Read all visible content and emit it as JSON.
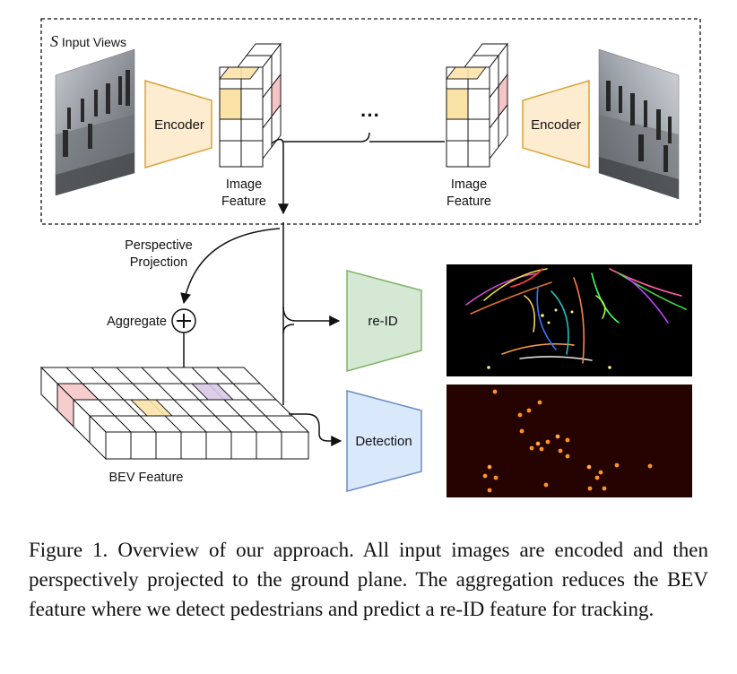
{
  "input_views": {
    "symbol": "S",
    "label": " Input Views"
  },
  "encoders": [
    {
      "label": "Encoder"
    },
    {
      "label": "Encoder"
    }
  ],
  "image_feature": {
    "line1": "Image",
    "line2": "Feature"
  },
  "ellipsis": "···",
  "projection": {
    "line1": "Perspective",
    "line2": "Projection"
  },
  "aggregate": "Aggregate",
  "bev_feature": "BEV Feature",
  "heads": {
    "reid": "re-ID",
    "detection": "Detection"
  },
  "caption": "Figure 1. Overview of our approach. All input images are encoded and then perspectively projected to the ground plane. The aggregation reduces the BEV feature where we detect pedestrians and predict a re-ID feature for tracking.",
  "colors": {
    "encoder_fill": "#fdeccf",
    "encoder_stroke": "#d8a23a",
    "reid_fill": "#d5e8d4",
    "reid_stroke": "#82b366",
    "detection_fill": "#dae8fc",
    "detection_stroke": "#6c8ebf",
    "highlight_yellow": "#fbe3a8",
    "highlight_red": "#f5c4c4",
    "highlight_purple": "#d9c8e6"
  }
}
